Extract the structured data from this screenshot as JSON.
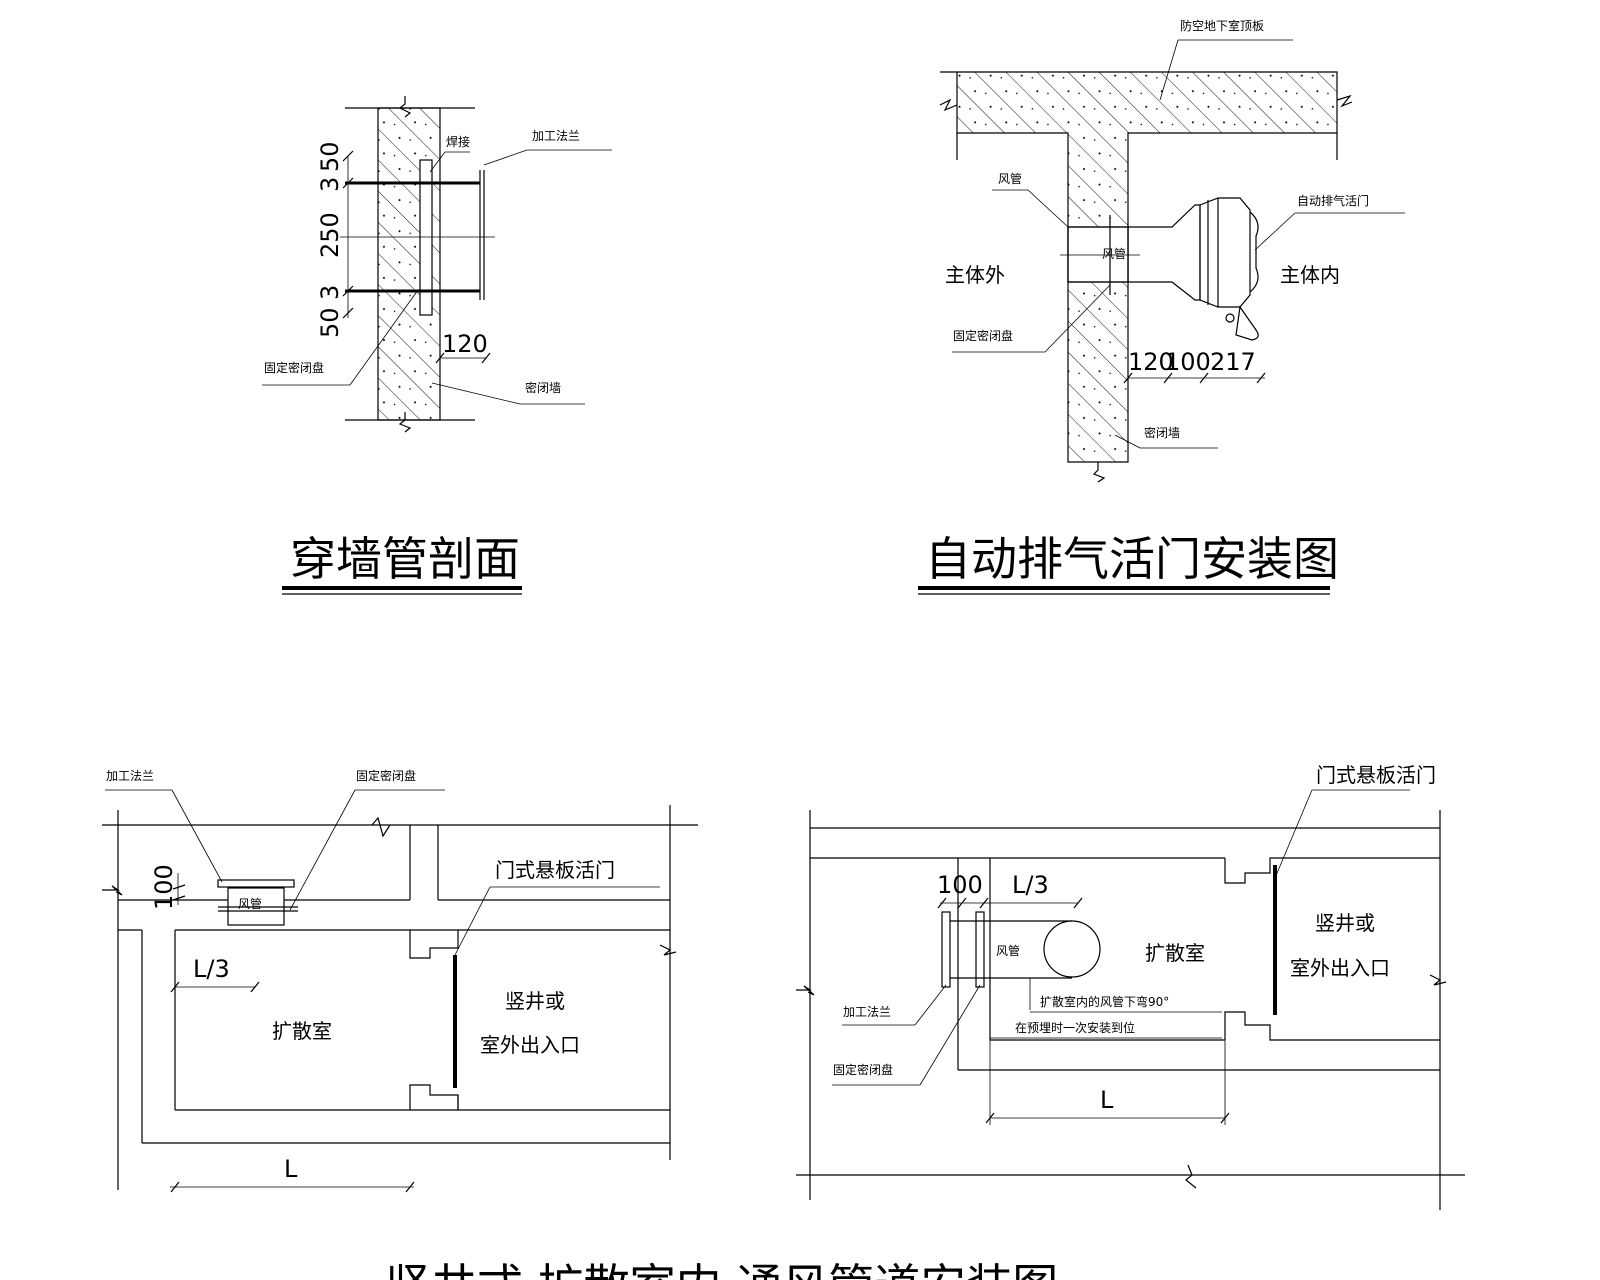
{
  "drawings": {
    "d1": {
      "title": "穿墙管剖面",
      "dims": [
        "50",
        "3",
        "250",
        "3",
        "50",
        "120"
      ],
      "labels": {
        "weld": "焊接",
        "flange": "加工法兰",
        "plate": "固定密闭盘",
        "wall": "密闭墙"
      }
    },
    "d2": {
      "title": "自动排气活门安装图",
      "dims": [
        "120",
        "100",
        "217"
      ],
      "labels": {
        "slab": "防空地下室顶板",
        "duct": "风管",
        "duct_inner": "风管",
        "valve": "自动排气活门",
        "outside": "主体外",
        "inside": "主体内",
        "plate": "固定密闭盘",
        "wall": "密闭墙"
      }
    },
    "d3": {
      "dims": [
        "100",
        "L/3",
        "L"
      ],
      "labels": {
        "flange": "加工法兰",
        "plate": "固定密闭盘",
        "duct": "风管",
        "valve": "门式悬板活门",
        "room": "扩散室",
        "exit1": "竖井或",
        "exit2": "室外出入口"
      }
    },
    "d4": {
      "dims": [
        "100",
        "L/3",
        "L"
      ],
      "labels": {
        "valve": "门式悬板活门",
        "room": "扩散室",
        "exit1": "竖井或",
        "exit2": "室外出入口",
        "duct": "风管",
        "flange": "加工法兰",
        "plate": "固定密闭盘",
        "note1": "扩散室内的风管下弯90°",
        "note2": "在预埋时一次安装到位"
      }
    },
    "bottom_title": "竖井式 扩散室内 通风管道安装图"
  }
}
